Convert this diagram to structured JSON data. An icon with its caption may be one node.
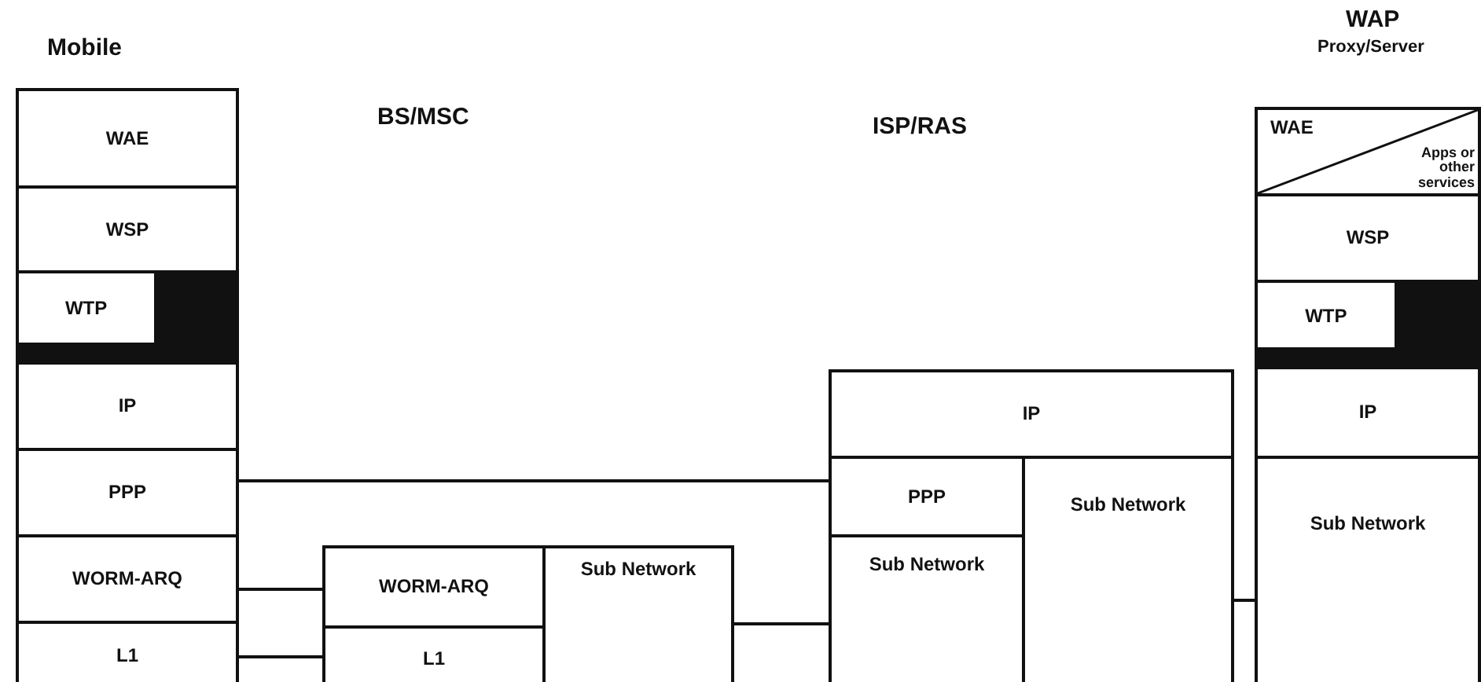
{
  "diagram": {
    "nodes": [
      {
        "text": [
          "WAE"
        ]
      },
      {
        "text": [
          "WSP"
        ]
      },
      {
        "text": [
          "WTP"
        ]
      },
      {
        "text": [
          "IP"
        ]
      },
      {
        "text": [
          "PPP"
        ]
      },
      {
        "text": [
          "WORM-ARQ"
        ]
      },
      {
        "text": [
          "L1"
        ]
      },
      {
        "text": [
          "WORM-ARQ"
        ]
      },
      {
        "text": [
          "L1"
        ]
      },
      {
        "text": [
          "Sub Network"
        ]
      },
      {
        "text": [
          "IP"
        ]
      },
      {
        "text": [
          "PPP"
        ]
      },
      {
        "text": [
          "Sub Network"
        ]
      },
      {
        "text": [
          "Sub Network"
        ]
      },
      {
        "text": [
          "WAE",
          "Apps or other services"
        ]
      },
      {
        "text": [
          "WSP"
        ]
      },
      {
        "text": [
          "WTP"
        ]
      },
      {
        "text": [
          "IP"
        ]
      },
      {
        "text": [
          "Sub Network"
        ]
      }
    ],
    "edges": [
      {
        "from": 4,
        "to": 11,
        "arrow": "none"
      },
      {
        "from": 5,
        "to": 7,
        "arrow": "none"
      },
      {
        "from": 6,
        "to": 8,
        "arrow": "none"
      },
      {
        "from": 9,
        "to": 12,
        "arrow": "none"
      },
      {
        "from": 13,
        "to": 18,
        "arrow": "none"
      }
    ],
    "labels": [
      "Mobile",
      "WAP",
      "Proxy/Server",
      "BS/MSC",
      "ISP/RAS"
    ]
  }
}
